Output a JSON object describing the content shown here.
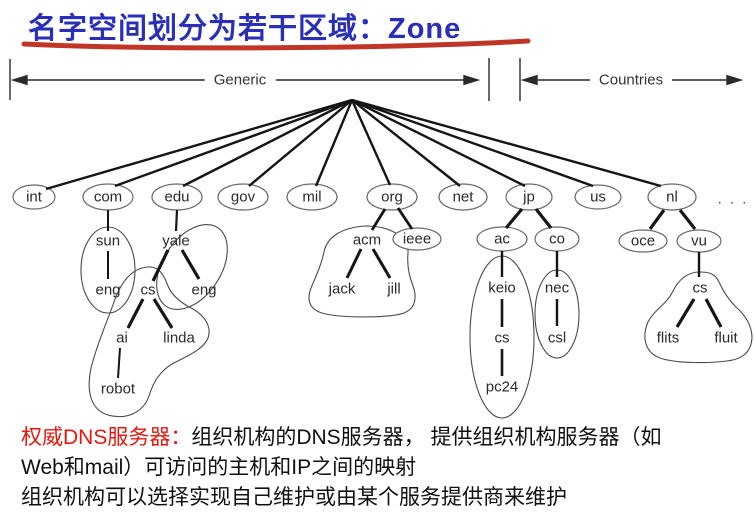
{
  "slide_title": {
    "text": "名字空间划分为若干区域：Zone",
    "color": "#2a2fb8",
    "underline_color": "#c13526"
  },
  "regions": {
    "generic": "Generic",
    "countries": "Countries"
  },
  "tree": {
    "ellipsis": ". . .",
    "labels": {
      "int": "int",
      "com": "com",
      "edu": "edu",
      "gov": "gov",
      "mil": "mil",
      "org": "org",
      "net": "net",
      "jp": "jp",
      "us": "us",
      "nl": "nl",
      "sun": "sun",
      "yale": "yale",
      "eng_sun": "eng",
      "cs_yale": "cs",
      "eng_yale": "eng",
      "ai": "ai",
      "linda": "linda",
      "robot": "robot",
      "acm": "acm",
      "ieee": "ieee",
      "jack": "jack",
      "jill": "jill",
      "ac": "ac",
      "co": "co",
      "keio": "keio",
      "cs_keio": "cs",
      "pc24": "pc24",
      "nec": "nec",
      "csl": "csl",
      "oce": "oce",
      "vu": "vu",
      "cs_vu": "cs",
      "flits": "flits",
      "fluit": "fluit"
    },
    "hierarchy": {
      "int": {},
      "com": {
        "sun": {
          "eng": {}
        }
      },
      "edu": {
        "yale": {
          "cs": {
            "ai": {
              "robot": {}
            },
            "linda": {}
          },
          "eng": {}
        }
      },
      "gov": {},
      "mil": {},
      "org": {
        "acm": {
          "jack": {},
          "jill": {}
        },
        "ieee": {}
      },
      "net": {},
      "jp": {
        "ac": {
          "keio": {
            "cs": {
              "pc24": {}
            }
          }
        },
        "co": {
          "nec": {
            "csl": {}
          }
        }
      },
      "us": {},
      "nl": {
        "oce": {},
        "vu": {
          "cs": {
            "flits": {},
            "fluit": {}
          }
        }
      }
    },
    "zones": [
      [
        "com.sun",
        "com.sun.eng"
      ],
      [
        "edu.yale",
        "edu.yale.eng"
      ],
      [
        "edu.yale.cs",
        "edu.yale.cs.ai",
        "edu.yale.cs.linda",
        "edu.yale.cs.ai.robot"
      ],
      [
        "org.acm",
        "org.acm.jack",
        "org.acm.jill"
      ],
      [
        "jp.ac.keio",
        "jp.ac.keio.cs",
        "jp.ac.keio.cs.pc24"
      ],
      [
        "jp.co.nec",
        "jp.co.nec.csl"
      ],
      [
        "nl.vu.cs",
        "nl.vu.cs.flits",
        "nl.vu.cs.fluit"
      ]
    ]
  },
  "footer": {
    "lead": "权威DNS服务器：",
    "lead_color": "#e8170c",
    "line1_rest": "组织机构的DNS服务器， 提供组织机构服务器（如",
    "line2": "Web和mail）可访问的主机和IP之间的映射",
    "line3": "组织机构可以选择实现自己维护或由某个服务提供商来维护"
  }
}
